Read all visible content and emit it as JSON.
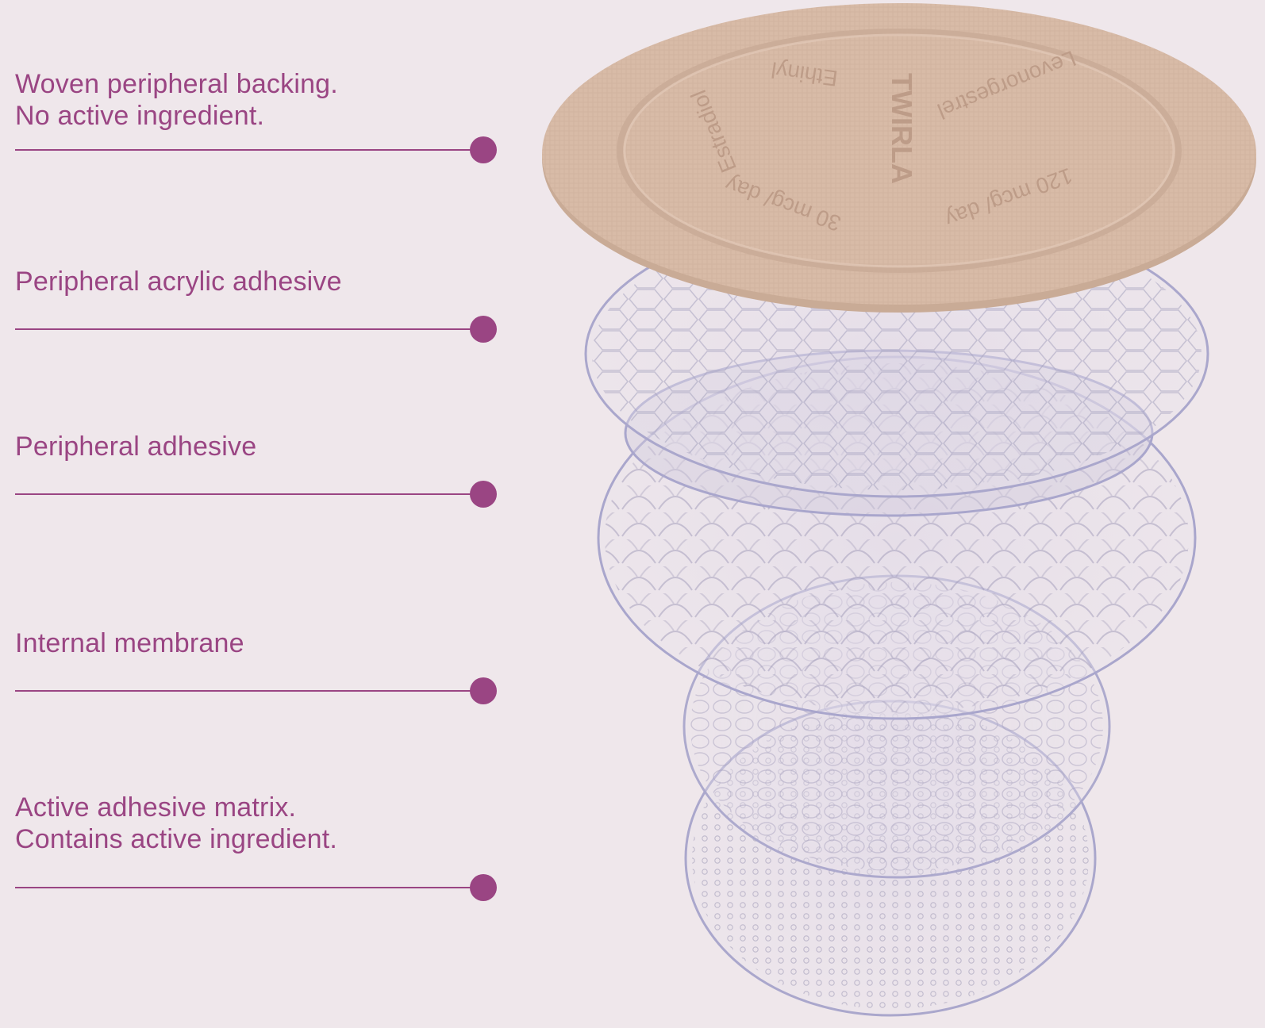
{
  "layers": [
    {
      "lines": [
        "Woven peripheral backing.",
        "No active ingredient."
      ]
    },
    {
      "lines": [
        "Peripheral acrylic adhesive"
      ]
    },
    {
      "lines": [
        "Peripheral adhesive"
      ]
    },
    {
      "lines": [
        "Internal membrane"
      ]
    },
    {
      "lines": [
        "Active adhesive matrix.",
        "Contains active ingredient."
      ]
    }
  ],
  "patch": {
    "brand": "TWIRLA",
    "ring_top_left": "Ethinyl",
    "ring_top_right": "Levonorgestrel",
    "ring_left": "Estradiol",
    "ring_bottom_left": "30 mcg/ day",
    "ring_bottom_right": "120 mcg/ day"
  },
  "colors": {
    "accent": "#9a4583",
    "background": "#efe7eb",
    "backing": "#d6b8a4",
    "film_edge": "#a9a6cc"
  }
}
